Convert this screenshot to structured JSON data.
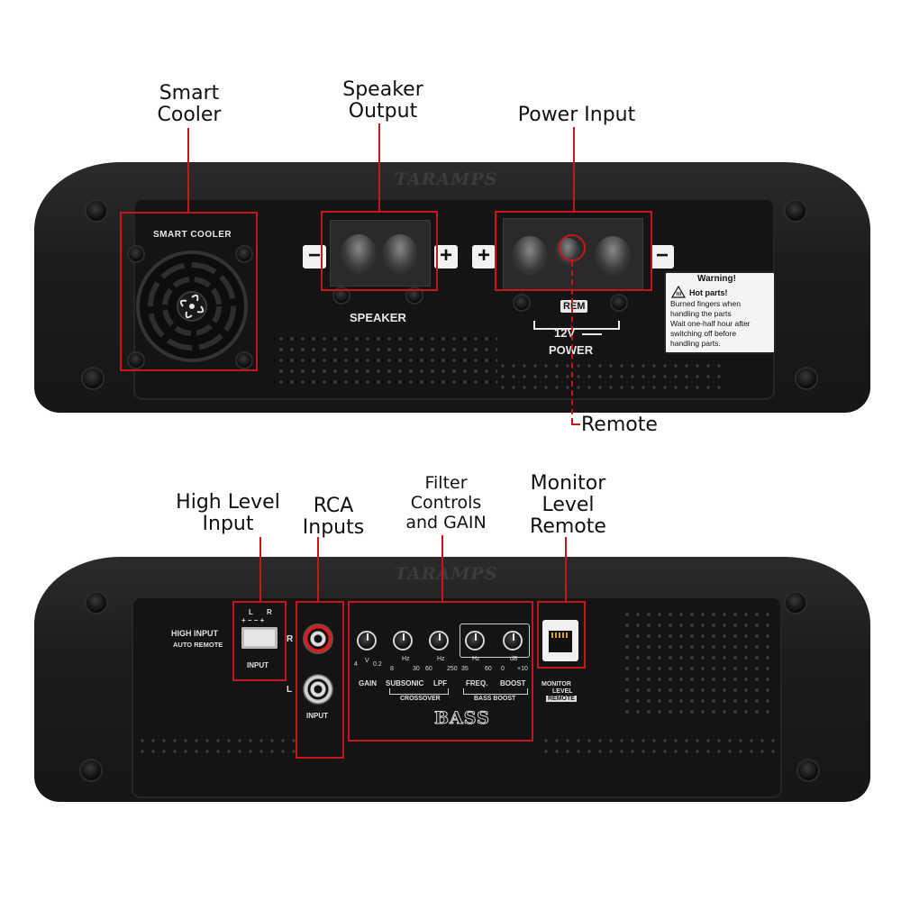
{
  "top_view": {
    "callouts": {
      "smart_cooler": [
        "Smart",
        "Cooler"
      ],
      "speaker_output": [
        "Speaker",
        "Output"
      ],
      "power_input": "Power Input",
      "remote": "Remote"
    },
    "panel": {
      "logo": "TARAMPS",
      "cooler_label": "SMART COOLER",
      "speaker_label": "SPEAKER",
      "speaker_minus": "−",
      "speaker_plus": "+",
      "power_plus": "+",
      "power_minus": "−",
      "rem_label": "REM",
      "voltage_label": "12V",
      "power_label": "POWER",
      "warning": {
        "title": "Warning!",
        "heading": "Hot parts!",
        "lines": [
          "Burned fingers when",
          "handling the parts",
          "Wait one-half hour after",
          "switching off before",
          "handling parts."
        ]
      }
    }
  },
  "bottom_view": {
    "callouts": {
      "high_level_input": [
        "High Level",
        "Input"
      ],
      "rca_inputs": [
        "RCA",
        "Inputs"
      ],
      "filter_controls": [
        "Filter",
        "Controls",
        "and GAIN"
      ],
      "monitor_level": [
        "Monitor",
        "Level",
        "Remote"
      ]
    },
    "panel": {
      "logo": "TARAMPS",
      "high_input_title": "HIGH INPUT",
      "auto_remote": "AUTO REMOTE",
      "hl_l": "L",
      "hl_r": "R",
      "hl_polarity": "+  −  −  +",
      "hl_input_label": "INPUT",
      "rca_r": "R",
      "rca_l": "L",
      "rca_input_label": "INPUT",
      "knob_scales": [
        "4",
        "V",
        "0.2",
        "8",
        "Hz",
        "30",
        "60",
        "Hz",
        "250",
        "35",
        "Hz",
        "60",
        "0",
        "dB",
        "+10"
      ],
      "knob_labels": [
        "GAIN",
        "SUBSONIC",
        "LPF",
        "FREQ.",
        "BOOST"
      ],
      "crossover_label": "CROSSOVER",
      "bass_boost_label": "BASS BOOST",
      "bass_label": "BASS",
      "monitor_label": [
        "MONITOR",
        "LEVEL",
        "REMOTE"
      ]
    }
  },
  "colors": {
    "highlight": "#c8141b",
    "amp_body": "#1c1c1c",
    "panel": "#141414"
  }
}
